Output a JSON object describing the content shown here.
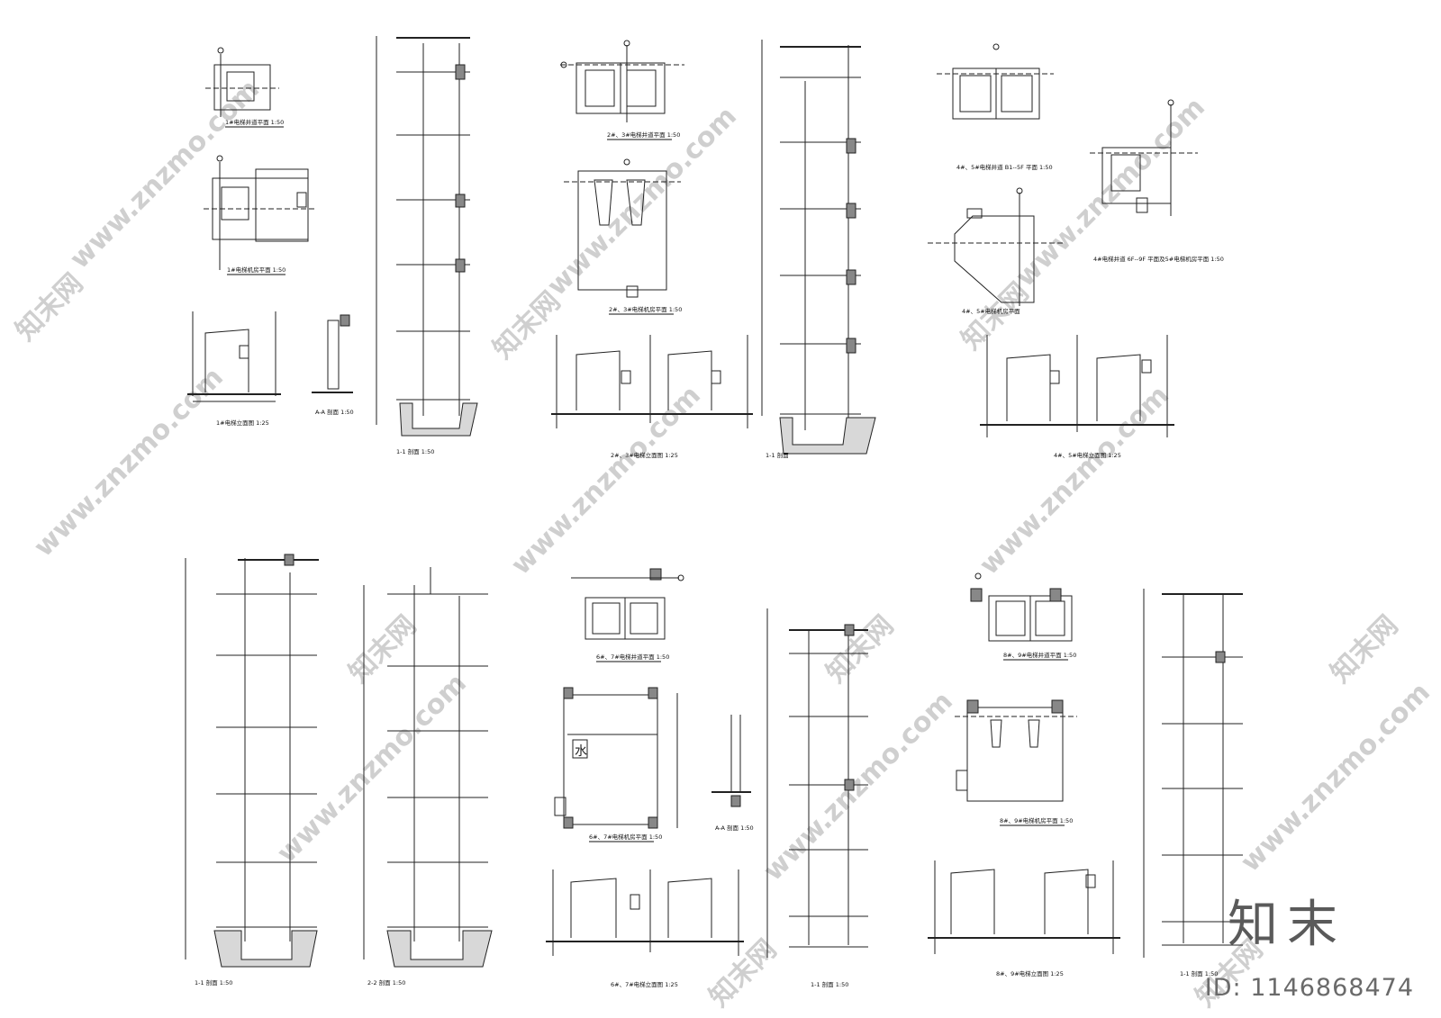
{
  "drawing": {
    "titles": {
      "t1": "1#电梯井道平面 1:50",
      "t2": "1#电梯机房平面 1:50",
      "t3": "1#电梯立面图 1:25",
      "t4": "A-A 剖面 1:50",
      "t5": "1-1 剖面 1:50",
      "t6": "2#、3#电梯井道平面 1:50",
      "t7": "2#、3#电梯机房平面 1:50",
      "t8": "2#、3#电梯立面图 1:25",
      "t9": "1-1 剖面",
      "t10": "4#、5#电梯井道 B1--5F 平面 1:50",
      "t11": "4#电梯井道 6F--9F 平面及5#电梯机房平面 1:50",
      "t12": "4#、5#电梯机房平面",
      "t13": "4#、5#电梯立面图 1:25",
      "t14": "1-1 剖面 1:50",
      "t15": "2-2 剖面 1:50",
      "t16": "6#、7#电梯井道平面 1:50",
      "t17": "6#、7#电梯机房平面 1:50",
      "t18": "A-A 剖面 1:50",
      "t19": "6#、7#电梯立面图 1:25",
      "t20": "1-1 剖面 1:50",
      "t21": "8#、9#电梯井道平面 1:50",
      "t22": "8#、9#电梯机房平面 1:50",
      "t23": "8#、9#电梯立面图 1:25",
      "t24": "1-1 剖面 1:50"
    },
    "water_mark_char": "水",
    "watermark_text": "www.znzmo.com",
    "watermark_cn": "知末网"
  },
  "watermark": {
    "brand": "知末",
    "id": "ID: 1146868474"
  }
}
